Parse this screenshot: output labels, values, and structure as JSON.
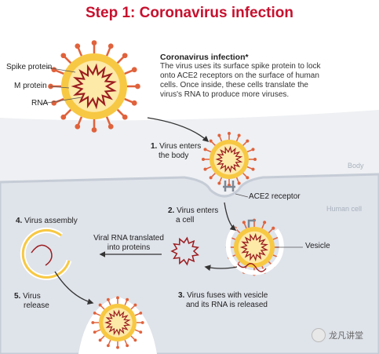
{
  "title": "Step 1: Coronavirus infection",
  "description": {
    "heading": "Coronavirus infection*",
    "lines": [
      "The virus uses its surface spike protein to lock",
      "onto ACE2 receptors on the surface of human",
      "cells. Once inside, these cells translate the",
      "virus's RNA to produce more viruses."
    ]
  },
  "labels": {
    "spike_protein": "Spike protein",
    "m_protein": "M protein",
    "rna": "RNA",
    "body": "Body",
    "human_cell": "Human cell",
    "ace2": "ACE2 receptor",
    "vesicle": "Vesicle",
    "rna_translated_1": "Viral RNA translated",
    "rna_translated_2": "into proteins"
  },
  "steps": {
    "s1": {
      "num": "1.",
      "line1": "Virus enters",
      "line2": "the body"
    },
    "s2": {
      "num": "2.",
      "line1": "Virus enters",
      "line2": "a cell"
    },
    "s3": {
      "num": "3.",
      "line1": "Virus fuses with vesicle",
      "line2": "and its RNA is released"
    },
    "s4": {
      "num": "4.",
      "line1": "Virus assembly"
    },
    "s5": {
      "num": "5.",
      "line1": "Virus",
      "line2": "release"
    }
  },
  "watermark": "龙凡讲堂",
  "colors": {
    "title": "#c8102e",
    "virus_fill": "#f7c843",
    "virus_inner": "#fde9a8",
    "spike": "#e0623c",
    "rna": "#9b1d20",
    "cell": "#dfe3ea",
    "cell_edge": "#c6ccd6",
    "arrow": "#333333",
    "receptor": "#7d8794"
  }
}
